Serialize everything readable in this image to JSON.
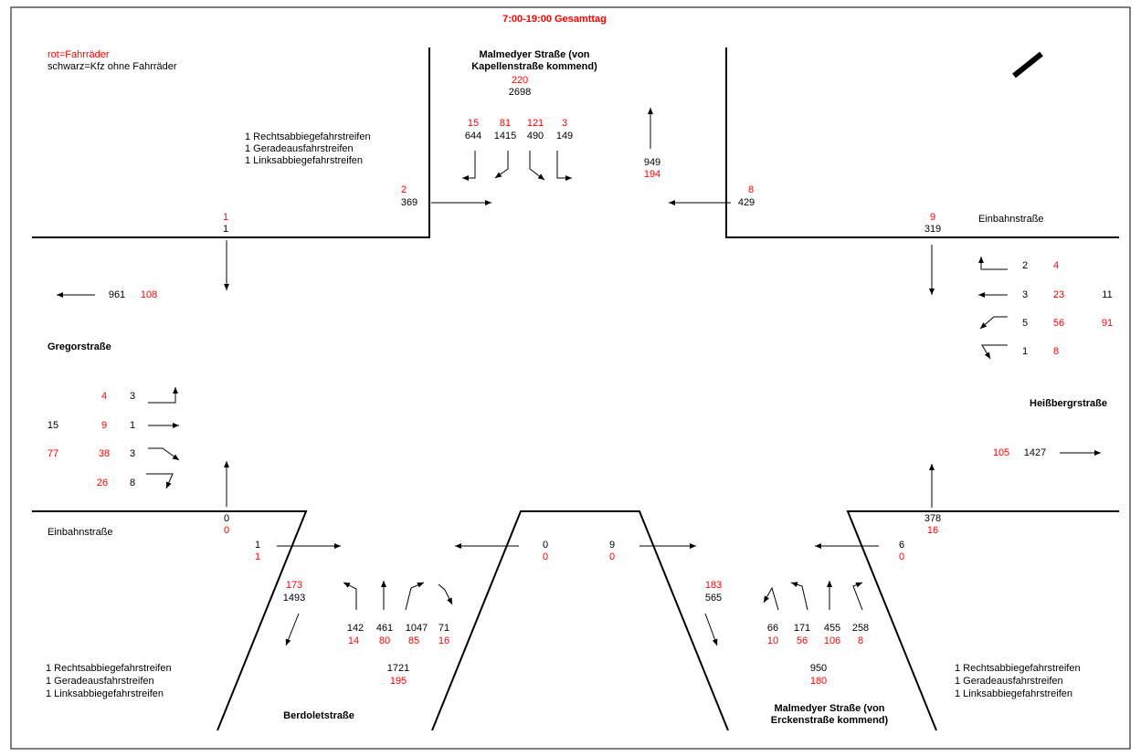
{
  "title": "7:00-19:00 Gesamttag",
  "legend": {
    "red": "rot=Fahrräder",
    "black": "schwarz=Kfz ohne Fahrräder"
  },
  "streets": {
    "north": "Malmedyer Straße (von Kapellenstraße kommend)",
    "west": "Gregorstraße",
    "east": "Heißbergrstraße",
    "south_left": "Berdoletstraße",
    "south_right": "Malmedyer Straße (von Erckenstraße kommend)",
    "oneway_east": "Einbahnstraße",
    "oneway_west": "Einbahnstraße"
  },
  "lane_info": {
    "north": [
      "1 Rechtsabbiegefahrstreifen",
      "1 Geradeausfahrstreifen",
      "1 Linksabbiegefahrstreifen"
    ],
    "south_left": [
      "1 Rechtsabbiegefahrstreifen",
      "1 Geradeausfahrstreifen",
      "1 Linksabbiegefahrstreifen"
    ],
    "south_right": [
      "1 Rechtsabbiegefahrstreifen",
      "1 Geradeausfahrstreifen",
      "1 Linksabbiegefahrstreifen"
    ]
  },
  "north": {
    "in_total_red": "220",
    "in_total": "2698",
    "movements_red": [
      "15",
      "81",
      "121",
      "3"
    ],
    "movements": [
      "644",
      "1415",
      "490",
      "149"
    ],
    "out_total": "949",
    "out_total_red": "194",
    "from_left_red": "2",
    "from_left": "369",
    "from_right_red": "8",
    "from_right": "429",
    "corner_left_red": "1",
    "corner_left": "1"
  },
  "east": {
    "in_red": "9",
    "in": "319",
    "rows": [
      {
        "black": "2",
        "red": "4",
        "extra": ""
      },
      {
        "black": "3",
        "red": "23",
        "extra": "11"
      },
      {
        "black": "5",
        "red": "56",
        "extra": "91"
      },
      {
        "black": "1",
        "red": "8",
        "extra": ""
      }
    ],
    "out_red": "105",
    "out": "1427",
    "bottom": "378",
    "bottom_red": "16"
  },
  "west": {
    "out": "961",
    "out_red": "108",
    "rows": [
      {
        "extra": "",
        "red": "4",
        "black": "3"
      },
      {
        "extra": "15",
        "red": "9",
        "black": "1"
      },
      {
        "extra": "77",
        "red": "38",
        "black": "3"
      },
      {
        "extra": "",
        "red": "26",
        "black": "8"
      }
    ],
    "bottom": "0",
    "bottom_red": "0"
  },
  "south_left": {
    "in_side": "1",
    "in_side_red": "1",
    "out_red": "173",
    "out": "1493",
    "movements": [
      "142",
      "461",
      "1047",
      "71"
    ],
    "movements_red": [
      "14",
      "80",
      "85",
      "16"
    ],
    "total": "1721",
    "total_red": "195"
  },
  "middle": {
    "a": "0",
    "a_red": "0",
    "b": "9",
    "b_red": "0"
  },
  "south_right": {
    "out_red": "183",
    "out": "565",
    "movements": [
      "66",
      "171",
      "455",
      "258"
    ],
    "movements_red": [
      "10",
      "56",
      "106",
      "8"
    ],
    "total": "950",
    "total_red": "180",
    "side": "6",
    "side_red": "0"
  }
}
